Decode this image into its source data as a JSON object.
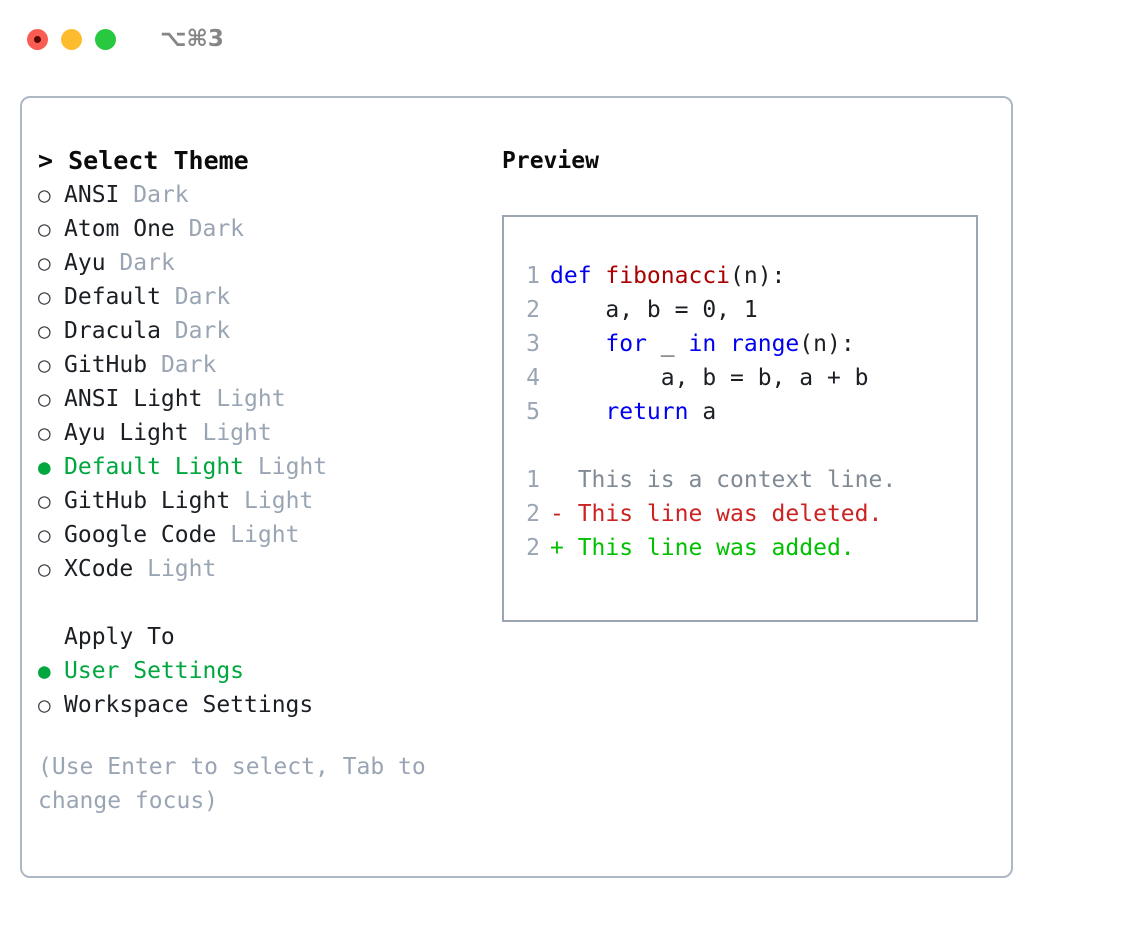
{
  "titlebar": {
    "shortcut": "⌥⌘3",
    "lights": [
      "close-red",
      "minimize-yellow",
      "maximize-green"
    ]
  },
  "theme_list": {
    "header": "> Select Theme",
    "items": [
      {
        "marker": "○",
        "label": "ANSI",
        "suffix": "Dark",
        "selected": false
      },
      {
        "marker": "○",
        "label": "Atom One",
        "suffix": "Dark",
        "selected": false
      },
      {
        "marker": "○",
        "label": "Ayu",
        "suffix": "Dark",
        "selected": false
      },
      {
        "marker": "○",
        "label": "Default",
        "suffix": "Dark",
        "selected": false
      },
      {
        "marker": "○",
        "label": "Dracula",
        "suffix": "Dark",
        "selected": false
      },
      {
        "marker": "○",
        "label": "GitHub",
        "suffix": "Dark",
        "selected": false
      },
      {
        "marker": "○",
        "label": "ANSI Light",
        "suffix": "Light",
        "selected": false
      },
      {
        "marker": "○",
        "label": "Ayu Light",
        "suffix": "Light",
        "selected": false
      },
      {
        "marker": "●",
        "label": "Default Light",
        "suffix": "Light",
        "selected": true
      },
      {
        "marker": "○",
        "label": "GitHub Light",
        "suffix": "Light",
        "selected": false
      },
      {
        "marker": "○",
        "label": "Google Code",
        "suffix": "Light",
        "selected": false
      },
      {
        "marker": "○",
        "label": "XCode",
        "suffix": "Light",
        "selected": false
      }
    ]
  },
  "apply_to": {
    "header": "Apply To",
    "items": [
      {
        "marker": "●",
        "label": "User Settings",
        "selected": true
      },
      {
        "marker": "○",
        "label": "Workspace Settings",
        "selected": false
      }
    ]
  },
  "hint": "(Use Enter to select, Tab to change focus)",
  "preview": {
    "title": "Preview",
    "code_lines": [
      {
        "lineno": "1",
        "tokens": [
          {
            "text": "def ",
            "kind": "kw"
          },
          {
            "text": "fibonacci",
            "kind": "fn"
          },
          {
            "text": "(n):",
            "kind": "plain"
          }
        ]
      },
      {
        "lineno": "2",
        "tokens": [
          {
            "text": "    a, b = 0, 1",
            "kind": "plain"
          }
        ]
      },
      {
        "lineno": "3",
        "tokens": [
          {
            "text": "    ",
            "kind": "plain"
          },
          {
            "text": "for",
            "kind": "kw"
          },
          {
            "text": " _ ",
            "kind": "plain"
          },
          {
            "text": "in",
            "kind": "kw"
          },
          {
            "text": " ",
            "kind": "plain"
          },
          {
            "text": "range",
            "kind": "kw"
          },
          {
            "text": "(n):",
            "kind": "plain"
          }
        ]
      },
      {
        "lineno": "4",
        "tokens": [
          {
            "text": "        a, b = b, a + b",
            "kind": "plain"
          }
        ]
      },
      {
        "lineno": "5",
        "tokens": [
          {
            "text": "    ",
            "kind": "plain"
          },
          {
            "text": "return",
            "kind": "kw"
          },
          {
            "text": " a",
            "kind": "plain"
          }
        ]
      }
    ],
    "diff_lines": [
      {
        "lineno": "1",
        "text": "  This is a context line.",
        "kind": "ctx"
      },
      {
        "lineno": "2",
        "text": "- This line was deleted.",
        "kind": "del"
      },
      {
        "lineno": "2",
        "text": "+ This line was added.",
        "kind": "add"
      }
    ]
  },
  "colors": {
    "accent_green": "#00a63e",
    "diff_add": "#00c000",
    "diff_del": "#cc2222",
    "keyword_blue": "#0000ee",
    "function_red": "#aa0000",
    "muted_grey": "#9aa5b4",
    "border": "#aeb8c4"
  }
}
